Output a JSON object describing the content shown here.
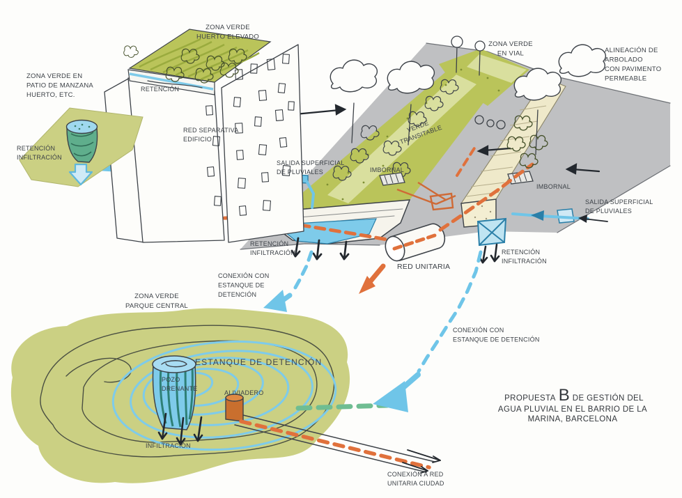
{
  "figure": {
    "type": "hand-drawn-urban-water-diagram",
    "language": "es"
  },
  "labels": {
    "zona_patio": "ZONA VERDE EN\nPATIO DE MANZANA\nHUERTO, ETC.",
    "retencion_patio": "RETENCIÓN\nINFILTRACIÓN",
    "zona_huerto": "ZONA VERDE\nHUERTO ELEVADO",
    "retencion_roof": "RETENCIÓN",
    "red_separativa": "RED SEPARATIVA\nEDIFICIO",
    "salida_izq": "SALIDA SUPERFICIAL\nDE PLUVIALES",
    "verde_transitable": "VERDE\nTRANSITABLE",
    "imbornal_izq": "IMBORNAL",
    "zona_vial": "ZONA VERDE\nEN VIAL",
    "alineacion": "ALINEACIÓN DE\nARBOLADO\nCON PAVIMENTO\nPERMEABLE",
    "imbornal_der": "IMBORNAL",
    "salida_der": "SALIDA SUPERFICIAL\nDE PLUVIALES",
    "retencion_bioswale": "RETENCIÓN\nINFILTRACIÓN",
    "red_unitaria": "RED UNITARIA",
    "retencion_der": "RETENCIÓN\nINFILTRACIÓN",
    "conexion_izq": "CONEXIÓN CON\nESTANQUE DE\nDETENCIÓN",
    "conexion_der": "CONEXIÓN CON\nESTANQUE DE DETENCIÓN",
    "zona_parque": "ZONA VERDE\nPARQUE CENTRAL",
    "estanque": "ESTANQUE DE DETENCIÓN",
    "pozo": "POZO\nDRENANTE",
    "aliviadero": "ALIVIADERO",
    "infiltracion": "INFILTRACIÓN",
    "conexion_ciudad": "CONEXIÓN A RED\nUNITARIA CIUDAD"
  },
  "title": {
    "prefix": "PROPUESTA",
    "letter": "B",
    "suffix": "DE GESTIÓN DEL",
    "line2": "AGUA PLUVIAL EN EL BARRIO DE LA",
    "line3": "MARINA, BARCELONA"
  },
  "colors": {
    "water_blue": "#6fc5e8",
    "pond_contour_blue": "#7ecbea",
    "sewer_orange": "#e0713c",
    "green_zone": "#bac45a",
    "green_light": "#d9df9e",
    "park_olive": "#cbd083",
    "road_gray": "#bfc0c2",
    "permeable_beige": "#efe9ca",
    "teal_connector": "#6fbd92",
    "ink": "#3d4248"
  }
}
